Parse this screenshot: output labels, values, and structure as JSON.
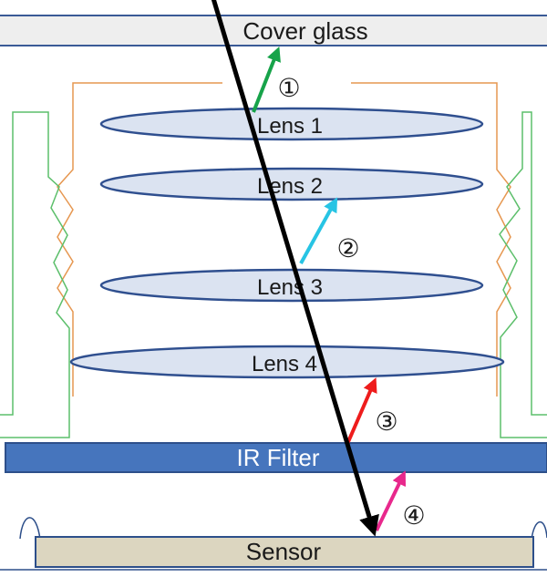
{
  "labels": {
    "cover_glass": "Cover glass",
    "lens1": "Lens 1",
    "lens2": "Lens 2",
    "lens3": "Lens 3",
    "lens4": "Lens 4",
    "ir_filter": "IR Filter",
    "sensor": "Sensor"
  },
  "markers": {
    "m1": "①",
    "m2": "②",
    "m3": "③",
    "m4": "④"
  },
  "colors": {
    "cover_glass_fill": "#eeeeee",
    "cover_glass_stroke": "#3a5a96",
    "lens_fill": "#dbe3f1",
    "lens_stroke": "#2f4f8f",
    "ir_filter_fill": "#4675bd",
    "ir_filter_stroke": "#2d4f8a",
    "ir_filter_text": "#ffffff",
    "sensor_fill": "#dcd6c0",
    "sensor_stroke": "#2d4f8a",
    "barrel_orange": "#e69750",
    "housing_green": "#5cbf6b",
    "ray_main": "#000000",
    "reflection_1": "#17a34a",
    "reflection_2": "#27c4e4",
    "reflection_3": "#ee1c1c",
    "reflection_4": "#e8288c"
  }
}
